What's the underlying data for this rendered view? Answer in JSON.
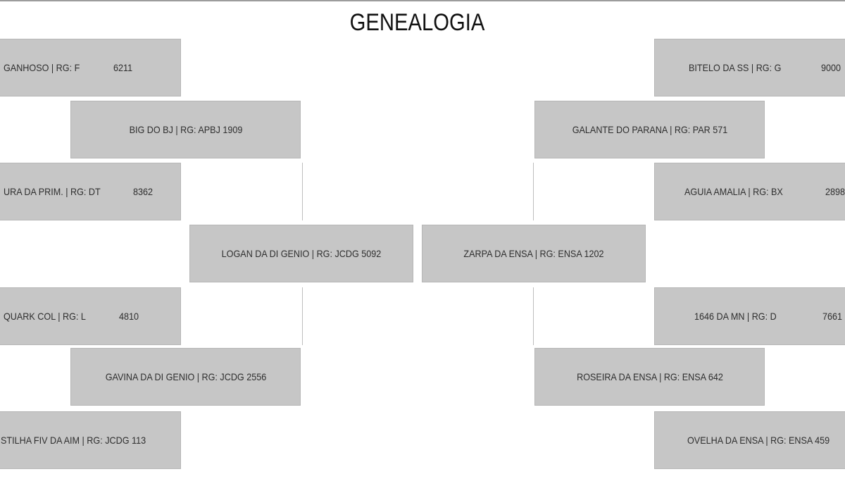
{
  "title": "GENEALOGIA",
  "pedigree": {
    "left": {
      "subject": "LOGAN DA DI GENIO | RG: JCDG 5092",
      "sire": "BIG DO BJ | RG: APBJ 1909",
      "dam": "GAVINA DA DI GENIO | RG: JCDG 2556",
      "sire_sire": {
        "name": "GANHOSO | RG: F",
        "number": "6211"
      },
      "sire_dam": {
        "name": "URA DA PRIM. | RG: DT",
        "number": "8362"
      },
      "dam_sire": {
        "name": "QUARK COL | RG: L",
        "number": "4810"
      },
      "dam_dam": {
        "name": "STILHA FIV DA AIM | RG: JCDG 113"
      }
    },
    "right": {
      "subject": "ZARPA DA ENSA | RG: ENSA 1202",
      "sire": "GALANTE DO PARANA | RG: PAR 571",
      "dam": "ROSEIRA DA ENSA | RG: ENSA 642",
      "sire_sire": {
        "name": "BITELO DA SS | RG: G",
        "number": "9000"
      },
      "sire_dam": {
        "name": "AGUIA AMALIA | RG: BX",
        "number": "2898"
      },
      "dam_sire": {
        "name": "1646 DA MN | RG: D",
        "number": "7661"
      },
      "dam_dam": {
        "name": "OVELHA DA ENSA | RG: ENSA 459"
      }
    }
  },
  "colors": {
    "box_fill": "#c6c6c6",
    "text": "#2e2e2e",
    "connector": "#bdbdbd",
    "title": "#111111"
  }
}
